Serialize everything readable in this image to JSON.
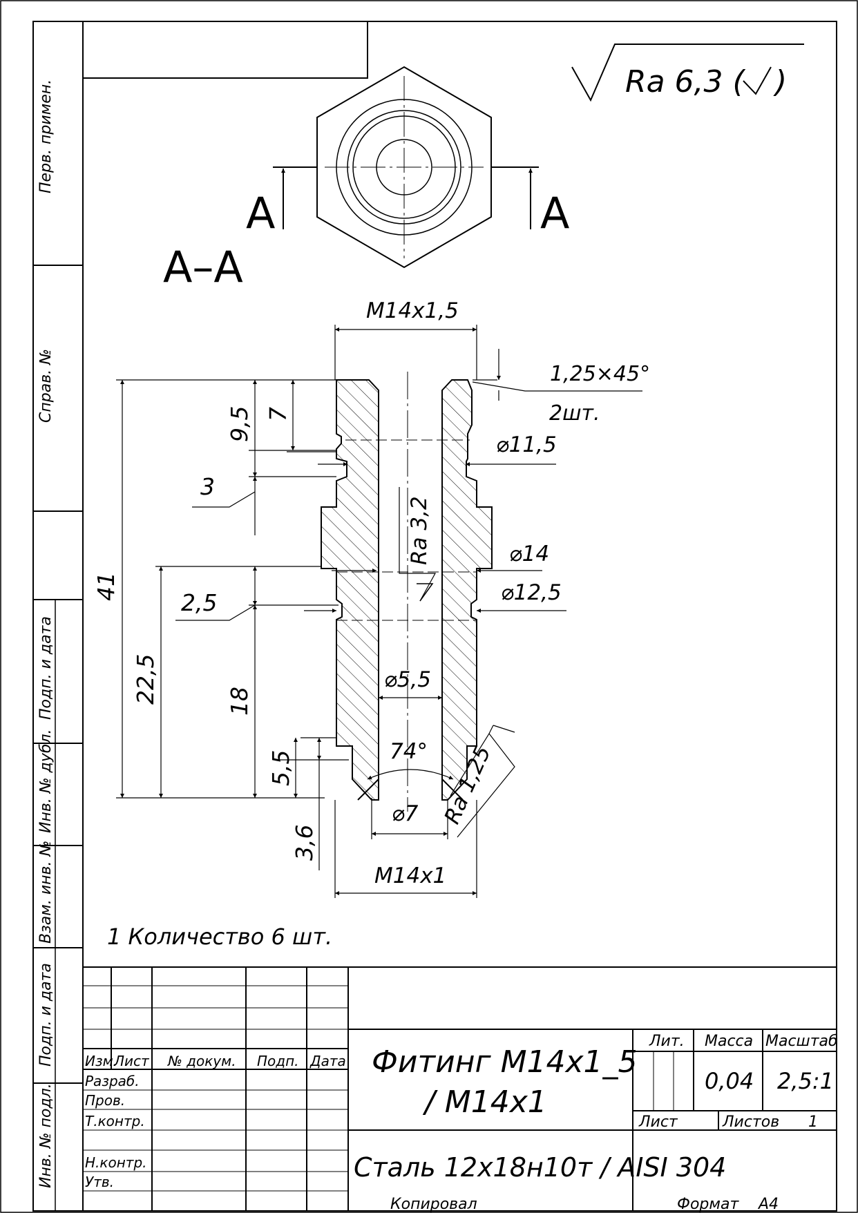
{
  "surface_finish_general": "Ra 6,3 (",
  "surface_finish_general_close": ")",
  "section_marks": {
    "left": "A",
    "right": "A",
    "title": "A–A"
  },
  "dimensions": {
    "thread_top": "M14x1,5",
    "chamfer": "1,25×45°",
    "chamfer_count": "2шт.",
    "d_11_5": "⌀11,5",
    "d_14": "⌀14",
    "d_12_5": "⌀12,5",
    "d_5_5": "⌀5,5",
    "d_7": "⌀7",
    "thread_bottom": "M14x1",
    "angle": "74°",
    "l_41": "41",
    "l_9_5": "9,5",
    "l_7": "7",
    "l_3": "3",
    "l_2_5": "2,5",
    "l_22_5": "22,5",
    "l_18": "18",
    "l_5_5": "5,5",
    "l_3_6": "3,6",
    "ra_bore": "Ra 3,2",
    "ra_cone": "Ra 1,25"
  },
  "note": "1 Количество 6 шт.",
  "side_stamp": {
    "perv_primen": "Перв. примен.",
    "sprav_no": "Справ. №",
    "podp_data_1": "Подп. и дата",
    "inv_dubl": "Инв. № дубл.",
    "vzam_inv": "Взам. инв. №",
    "podp_data_2": "Подп. и дата",
    "inv_podl": "Инв. № подл."
  },
  "title_block": {
    "headers": {
      "izm": "Изм.",
      "list": "Лист",
      "doc": "№ докум.",
      "podp": "Подп.",
      "data": "Дата"
    },
    "roles": {
      "razrab": "Разраб.",
      "prov": "Пров.",
      "tkontr": "Т.контр.",
      "nkontr": "Н.контр.",
      "utv": "Утв."
    },
    "part_name_line1": "Фитинг М14х1_5",
    "part_name_line2": "/ М14х1",
    "material": "Сталь 12х18н10т / AISI 304",
    "lit_label": "Лит.",
    "mass_label": "Масса",
    "scale_label": "Масштаб",
    "mass": "0,04",
    "scale": "2,5:1",
    "sheet_label": "Лист",
    "sheets_label": "Листов",
    "sheets": "1"
  },
  "footer": {
    "copied": "Копировал",
    "format_label": "Формат",
    "format": "A4"
  }
}
